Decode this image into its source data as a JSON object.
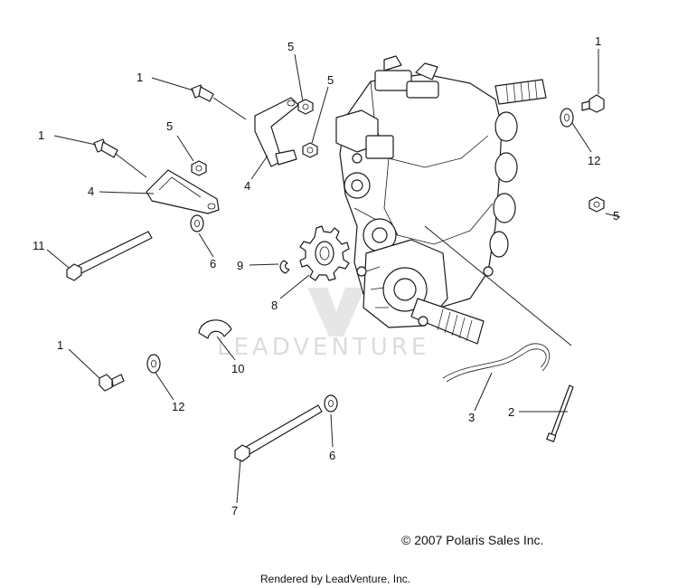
{
  "callouts": {
    "c1a": "1",
    "c1b": "1",
    "c1c": "1",
    "c1d": "1",
    "c2": "2",
    "c3": "3",
    "c4a": "4",
    "c4b": "4",
    "c5a": "5",
    "c5b": "5",
    "c5c": "5",
    "c5d": "5",
    "c6a": "6",
    "c6b": "6",
    "c7": "7",
    "c8": "8",
    "c9": "9",
    "c10": "10",
    "c11": "11",
    "c12a": "12",
    "c12b": "12"
  },
  "watermark": {
    "text": "LEADVENTURE"
  },
  "footer": {
    "copyright": "© 2007 Polaris Sales Inc.",
    "rendered_by": "Rendered by LeadVenture, Inc."
  }
}
